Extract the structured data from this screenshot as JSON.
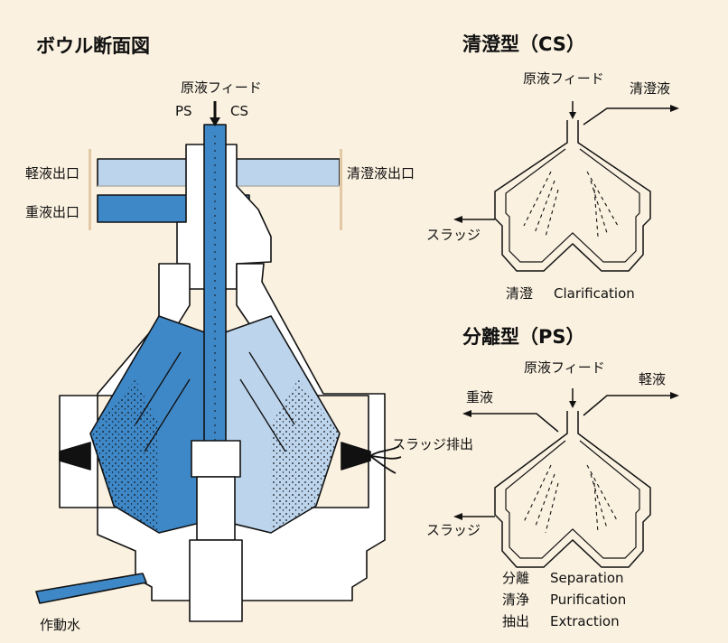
{
  "titles": {
    "bowl": "ボウル断面図",
    "cs": "清澄型（CS）",
    "ps": "分離型（PS）"
  },
  "bowl": {
    "feed": "原液フィード",
    "ps": "PS",
    "cs": "CS",
    "light_outlet": "軽液出口",
    "heavy_outlet": "重液出口",
    "clarified_outlet": "清澄液出口",
    "sludge_discharge": "スラッジ排出",
    "operating_water": "作動水"
  },
  "cs": {
    "feed": "原液フィード",
    "clarified": "清澄液",
    "sludge": "スラッジ",
    "caption_jp": "清澄",
    "caption_en": "Clarification"
  },
  "ps": {
    "feed": "原液フィード",
    "light": "軽液",
    "heavy": "重液",
    "sludge": "スラッジ",
    "uses": [
      {
        "jp": "分離",
        "en": "Separation"
      },
      {
        "jp": "清浄",
        "en": "Purification"
      },
      {
        "jp": "抽出",
        "en": "Extraction"
      }
    ]
  },
  "colors": {
    "background": "#faf1e0",
    "dark_blue": "#3f88c8",
    "light_blue": "#bcd4ec",
    "outline": "#111111"
  }
}
